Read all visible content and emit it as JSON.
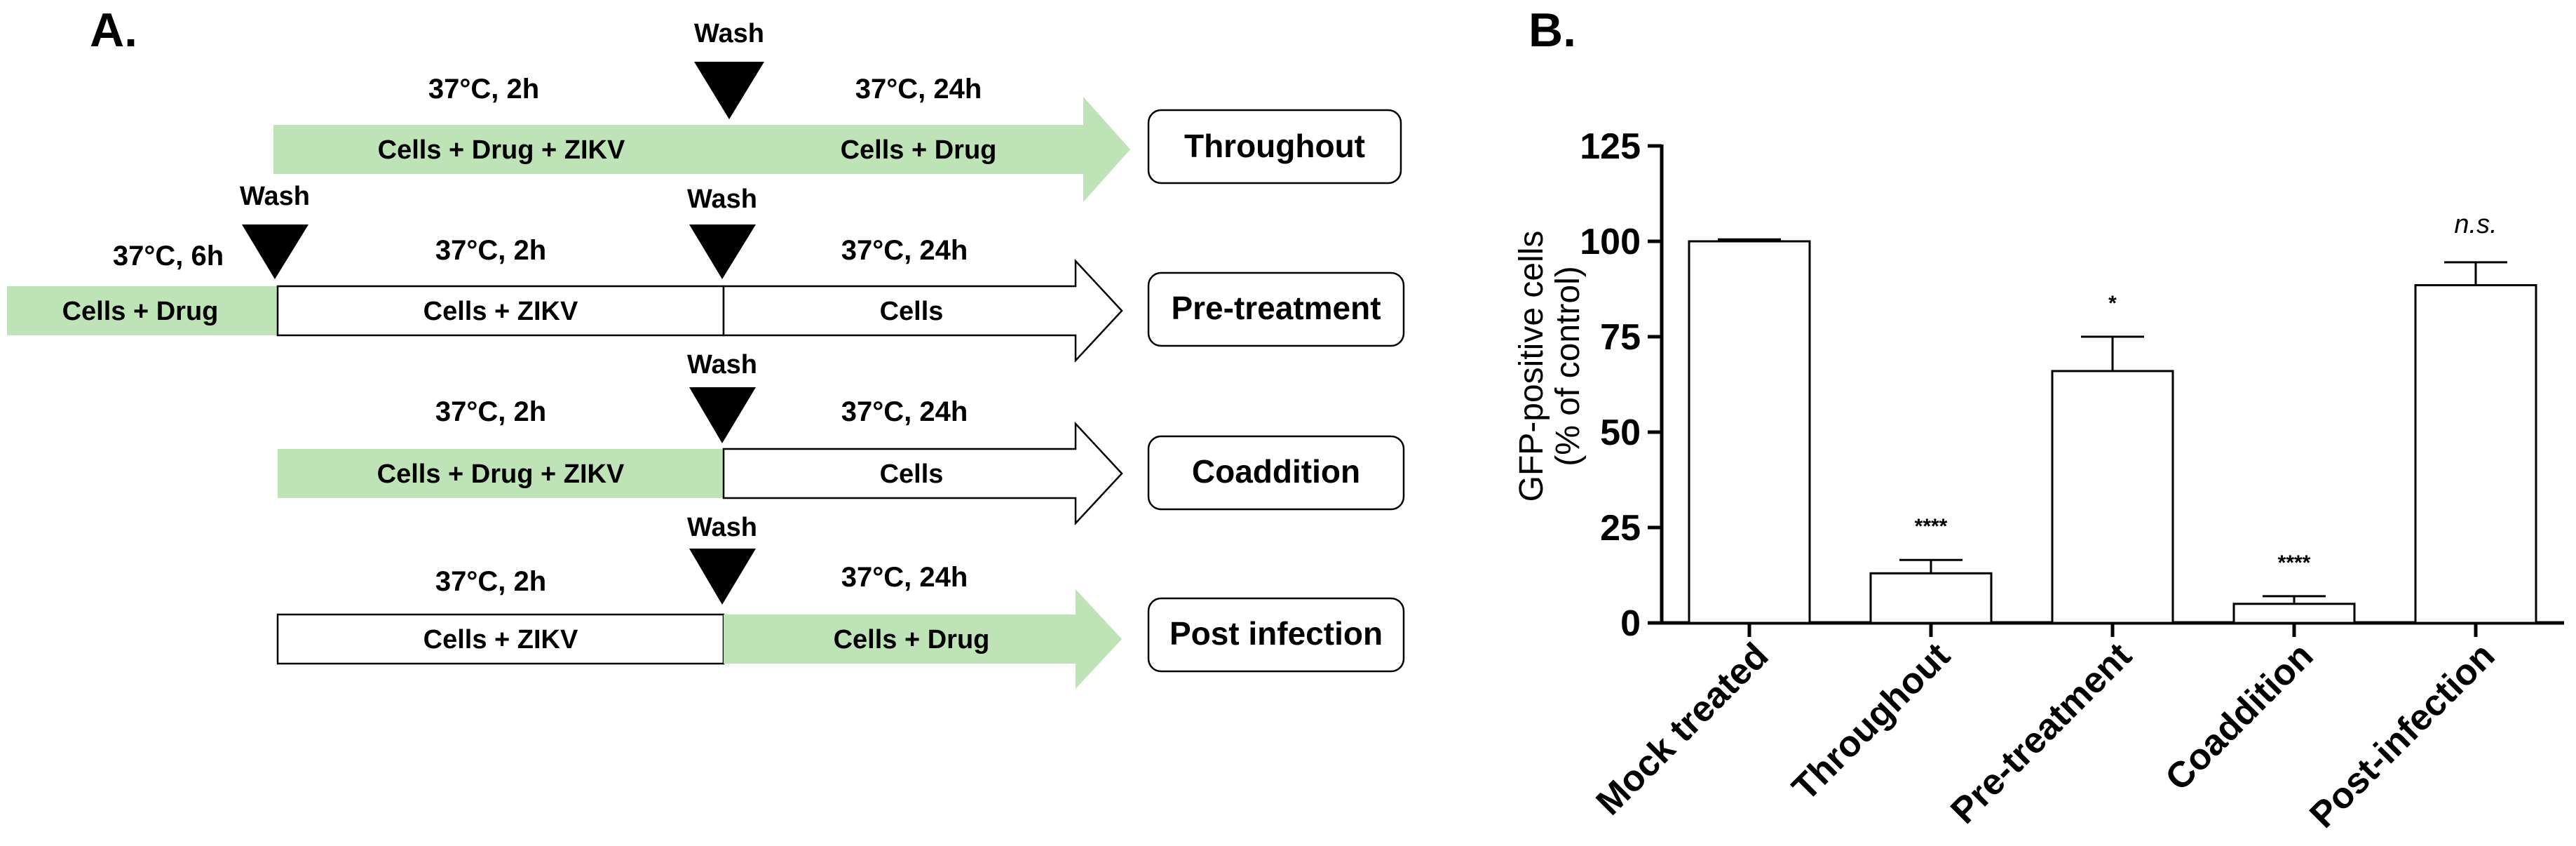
{
  "panel_a": {
    "label": "A.",
    "rows": [
      {
        "box_label": "Throughout",
        "wash": "Wash",
        "segments": [
          {
            "text": "Cells + Drug + ZIKV",
            "condition": "37°C, 2h",
            "style": "green"
          },
          {
            "text": "Cells + Drug",
            "condition": "37°C, 24h",
            "style": "green-arrow"
          }
        ]
      },
      {
        "box_label": "Pre-treatment",
        "wash_pre": "Wash",
        "wash": "Wash",
        "segments": [
          {
            "text": "Cells + Drug",
            "condition": "37°C, 6h",
            "style": "green"
          },
          {
            "text": "Cells + ZIKV",
            "condition": "37°C, 2h",
            "style": "white"
          },
          {
            "text": "Cells",
            "condition": "37°C, 24h",
            "style": "white-arrow"
          }
        ]
      },
      {
        "box_label": "Coaddition",
        "wash": "Wash",
        "segments": [
          {
            "text": "Cells + Drug + ZIKV",
            "condition": "37°C, 2h",
            "style": "green"
          },
          {
            "text": "Cells",
            "condition": "37°C, 24h",
            "style": "white-arrow"
          }
        ]
      },
      {
        "box_label": "Post infection",
        "wash": "Wash",
        "segments": [
          {
            "text": "Cells + ZIKV",
            "condition": "37°C, 2h",
            "style": "white"
          },
          {
            "text": "Cells + Drug",
            "condition": "37°C, 24h",
            "style": "green-arrow"
          }
        ]
      }
    ],
    "colors": {
      "green": "#bde3b6",
      "outline": "#000000"
    }
  },
  "chart_data": {
    "type": "bar",
    "panel_label": "B.",
    "categories": [
      "Mock treated",
      "Throughout",
      "Pre-treatment",
      "Coaddition",
      "Post-infection"
    ],
    "values": [
      100,
      13,
      66,
      5,
      88.5
    ],
    "errors": [
      0.5,
      3.5,
      9,
      2,
      6
    ],
    "significance": [
      "",
      "****",
      "*",
      "****",
      "n.s."
    ],
    "ylabel_line1": "GFP-positive cells",
    "ylabel_line2": "(% of control)",
    "xlabel": "",
    "ylim": [
      0,
      125
    ],
    "yticks": [
      0,
      25,
      50,
      75,
      100,
      125
    ],
    "bar_color": "#ffffff",
    "grid": false
  }
}
